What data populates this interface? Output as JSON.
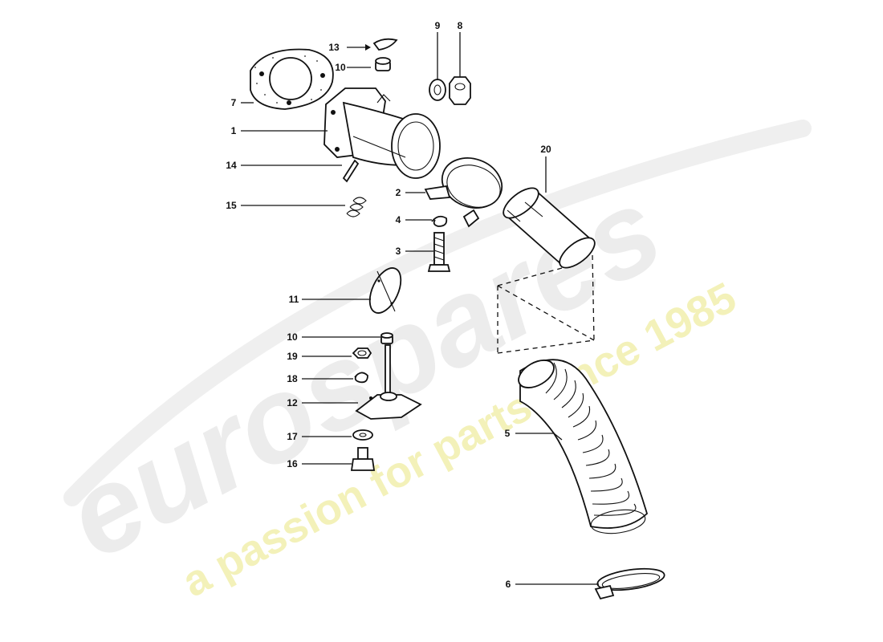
{
  "watermark": {
    "brand": "eurospares",
    "tagline": "a passion for parts since 1985"
  },
  "callouts": [
    {
      "key": "c13",
      "label": "13"
    },
    {
      "key": "c10a",
      "label": "10"
    },
    {
      "key": "c7",
      "label": "7"
    },
    {
      "key": "c1",
      "label": "1"
    },
    {
      "key": "c14",
      "label": "14"
    },
    {
      "key": "c15",
      "label": "15"
    },
    {
      "key": "c9",
      "label": "9"
    },
    {
      "key": "c8",
      "label": "8"
    },
    {
      "key": "c2",
      "label": "2"
    },
    {
      "key": "c4",
      "label": "4"
    },
    {
      "key": "c3",
      "label": "3"
    },
    {
      "key": "c20",
      "label": "20"
    },
    {
      "key": "c11",
      "label": "11"
    },
    {
      "key": "c10b",
      "label": "10"
    },
    {
      "key": "c19",
      "label": "19"
    },
    {
      "key": "c18",
      "label": "18"
    },
    {
      "key": "c12",
      "label": "12"
    },
    {
      "key": "c17",
      "label": "17"
    },
    {
      "key": "c16",
      "label": "16"
    },
    {
      "key": "c5",
      "label": "5"
    },
    {
      "key": "c6",
      "label": "6"
    }
  ]
}
